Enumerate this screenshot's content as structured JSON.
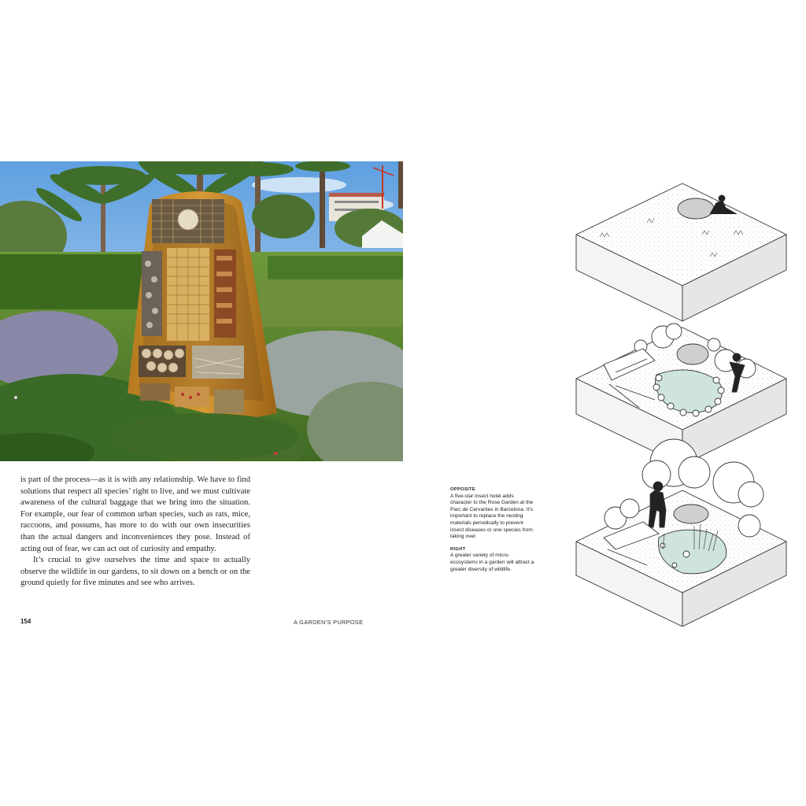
{
  "body_paragraphs": [
    "is part of the process—as it is with any relationship. We have to find solutions that respect all species’ right to live, and we must cultivate awareness of the cultural baggage that we bring into the situation. For example, our fear of common urban species, such as rats, mice, raccoons, and possums, has more to do with our own insecurities than the actual dangers and inconveniences they pose. Instead of acting out of fear, we can act out of curiosity and empathy.",
    "It’s crucial to give ourselves the time and space to actually observe the wildlife in our gardens, to sit down on a bench or on the ground quietly for five minutes and see who arrives."
  ],
  "footer": {
    "page_number": "154",
    "running_head": "A GARDEN’S PURPOSE"
  },
  "captions": [
    {
      "label": "OPPOSITE",
      "text": "A five-star insect hotel adds character to the Rose Garden at the Parc de Cervantes in Barcelona. It’s important to replace the nesting materials periodically to prevent insect diseases or one species from taking over."
    },
    {
      "label": "RIGHT",
      "text": "A greater variety of micro-ecosystems in a garden will attract a greater diversity of wildlife."
    }
  ],
  "colors": {
    "sky": "#6fa9e0",
    "foliage": "#4d7a2c",
    "wood": "#c98e2b",
    "pond": "#cfe4da",
    "ink": "#1a1a1a"
  }
}
